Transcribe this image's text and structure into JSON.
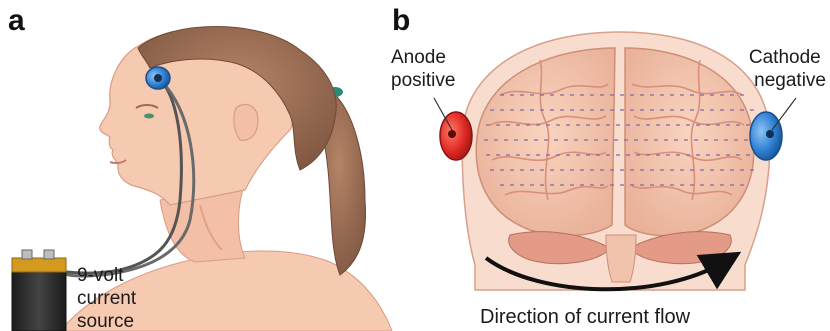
{
  "panel_a": {
    "letter": "a",
    "battery_label": [
      "9-volt",
      "current",
      "source"
    ]
  },
  "panel_b": {
    "letter": "b",
    "anode_label": [
      "Anode",
      "positive"
    ],
    "cathode_label": [
      "Cathode",
      "negative"
    ],
    "flow_label": "Direction of current flow"
  },
  "colors": {
    "skin": "#f6c9b1",
    "skin_shade": "#e9a98f",
    "hair": "#9a6d54",
    "brain": "#f2c2ac",
    "brain_fold": "#d98f79",
    "anode": "#e02a25",
    "cathode": "#2f7fd4",
    "electrode_blue": "#3a8fd8",
    "battery_body": "#2b2b2b",
    "battery_top": "#d39a1f"
  },
  "icons": {
    "anode": "red-electrode-icon",
    "cathode": "blue-electrode-icon",
    "battery": "battery-icon",
    "arrow": "curved-arrow-icon"
  }
}
